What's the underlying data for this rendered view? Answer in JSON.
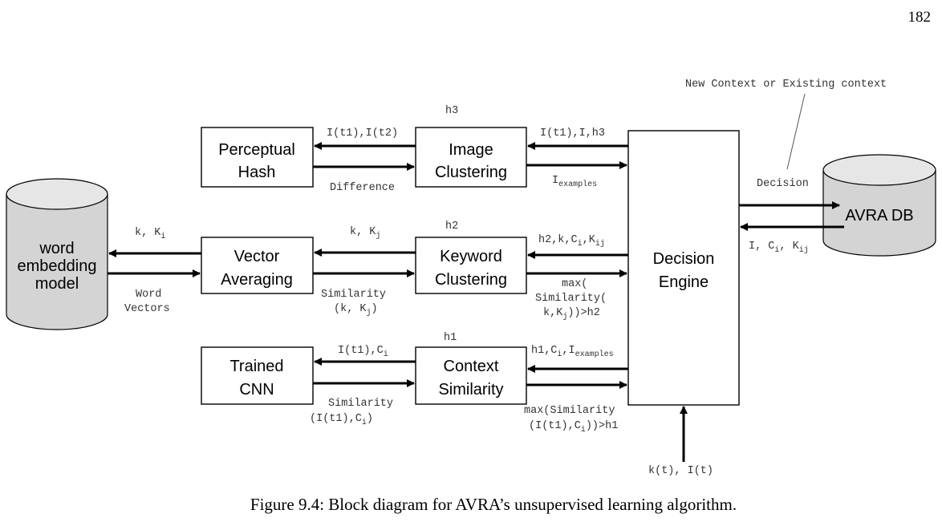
{
  "page_number": "182",
  "caption": "Figure 9.4: Block diagram for AVRA’s unsupervised learning algorithm.",
  "nodes": {
    "word_embedding": [
      "word",
      "embedding",
      "model"
    ],
    "perceptual_hash": [
      "Perceptual",
      "Hash"
    ],
    "vector_averaging": [
      "Vector",
      "Averaging"
    ],
    "trained_cnn": [
      "Trained",
      "CNN"
    ],
    "image_clustering": [
      "Image",
      "Clustering"
    ],
    "keyword_clustering": [
      "Keyword",
      "Clustering"
    ],
    "context_similarity": [
      "Context",
      "Similarity"
    ],
    "decision_engine": [
      "Decision",
      "Engine"
    ],
    "avra_db": "AVRA DB"
  },
  "labels": {
    "h3": "h3",
    "h2": "h2",
    "h1": "h1",
    "new_context": "New Context or Existing context",
    "decision": "Decision",
    "it1_it2": "I(t1),I(t2)",
    "difference": "Difference",
    "it1_i_h3": "I(t1),I,h3",
    "i_examples": {
      "main": "I",
      "sub": "examples"
    },
    "k_ki": {
      "main": "k, K",
      "sub": "i"
    },
    "word_vectors": [
      "Word",
      "Vectors"
    ],
    "k_kj": {
      "main": "k, K",
      "sub": "j"
    },
    "similarity_k_kj": {
      "line1": "Similarity",
      "line2_a": "(k, K",
      "line2_sub": "j",
      "line2_b": ")"
    },
    "h2_k_ci_kij": {
      "a": "h2,k,C",
      "sub1": "i",
      "b": ",K",
      "sub2": "ij"
    },
    "max_similarity_kj": {
      "line1": "max(",
      "line2": "Similarity(",
      "line3_a": "k,K",
      "line3_sub": "j",
      "line3_b": "))>h2"
    },
    "i_ci_kij": {
      "a": "I, C",
      "sub1": "i",
      "b": ", K",
      "sub2": "ij"
    },
    "it1_ci": {
      "a": "I(t1),C",
      "sub": "i"
    },
    "h1_ci_iexamples": {
      "a": "h1,C",
      "sub1": "i",
      "b": ",I",
      "sub2": "examples"
    },
    "similarity_it1_ci": {
      "line1": "Similarity",
      "line2_a": "(I(t1),C",
      "line2_sub": "i",
      "line2_b": ")"
    },
    "max_similarity_ci": {
      "line1": "max(Similarity",
      "line2_a": "(I(t1),C",
      "line2_sub": "i",
      "line2_b": "))>h1"
    },
    "kt_it": "k(t), I(t)"
  }
}
